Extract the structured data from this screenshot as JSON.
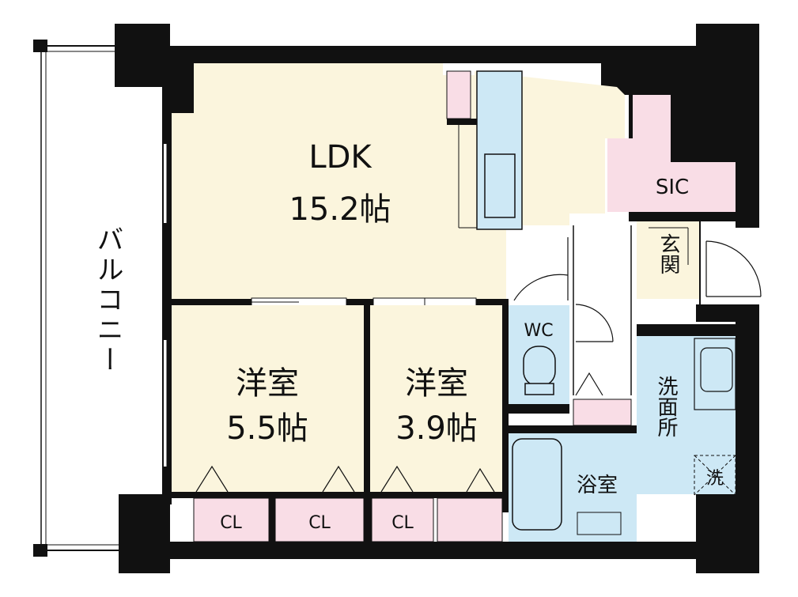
{
  "rooms": {
    "ldk": {
      "name": "LDK",
      "size": "15.2帖"
    },
    "western1": {
      "name": "洋室",
      "size": "5.5帖"
    },
    "western2": {
      "name": "洋室",
      "size": "3.9帖"
    },
    "sic": {
      "name": "SIC"
    },
    "entrance": {
      "name": "玄関"
    },
    "wc": {
      "name": "WC"
    },
    "bath": {
      "name": "浴室"
    },
    "washroom": {
      "name": "洗面所"
    },
    "washer": {
      "name": "洗"
    },
    "closet1": {
      "name": "CL"
    },
    "closet2": {
      "name": "CL"
    },
    "closet3": {
      "name": "CL"
    },
    "balcony": {
      "name": "バルコニー"
    }
  },
  "colors": {
    "wall": "#111111",
    "living": "#fbf5dd",
    "closet": "#f9dde6",
    "water": "#cde8f5",
    "hall": "#ffffff"
  }
}
